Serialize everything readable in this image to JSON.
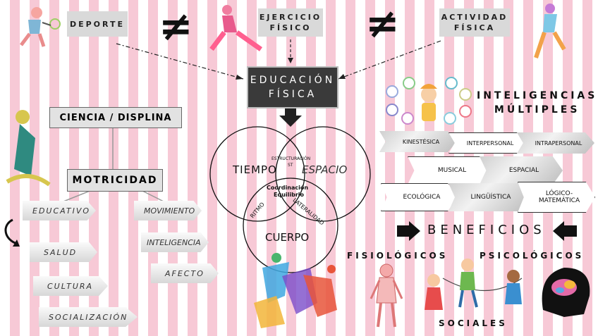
{
  "top": {
    "deporte": "DEPORTE",
    "ejercicio": "EJERCICIO\nFÍSICO",
    "actividad": "ACTIVIDAD\nFÍSICA",
    "neq1": "≠",
    "neq2": "≠"
  },
  "center": {
    "educacion": "EDUCACIÓN\nFÍSICA",
    "venn": {
      "tiempo": "TIEMPO",
      "espacio": "ESPACIO",
      "cuerpo": "CUERPO",
      "estructuracion": "ESTRUCTURACIÓN",
      "st": "ST",
      "coordinacion": "Coordinación",
      "equilibrio": "Equilibrio",
      "ritmo": "RITMO",
      "lateralidad": "LATERALIDAD"
    }
  },
  "left": {
    "ciencia": "CIENCIA / DISPLINA",
    "motricidad": "MOTRICIDAD",
    "items_left": [
      "EDUCATIVO",
      "SALUD",
      "CULTURA",
      "SOCIALIZACIÓN"
    ],
    "items_right": [
      "MOVIMIENTO",
      "INTELIGENCIA",
      "AFECTO"
    ]
  },
  "right": {
    "inteligencias_title": "INTELIGENCIAS\nMÚLTIPLES",
    "inteligencias": [
      "KINESTÉSICA",
      "INTERPERSONAL",
      "INTRAPERSONAL",
      "MUSICAL",
      "ESPACIAL",
      "ECOLÓGICA",
      "LINGÜÍSTICA",
      "LÓGICO-\nMATEMÁTICA"
    ],
    "beneficios": "BENEFICIOS",
    "fisiologicos": "FISIOLÓGICOS",
    "psicologicos": "PSICOLÓGICOS",
    "sociales": "SOCIALES"
  }
}
